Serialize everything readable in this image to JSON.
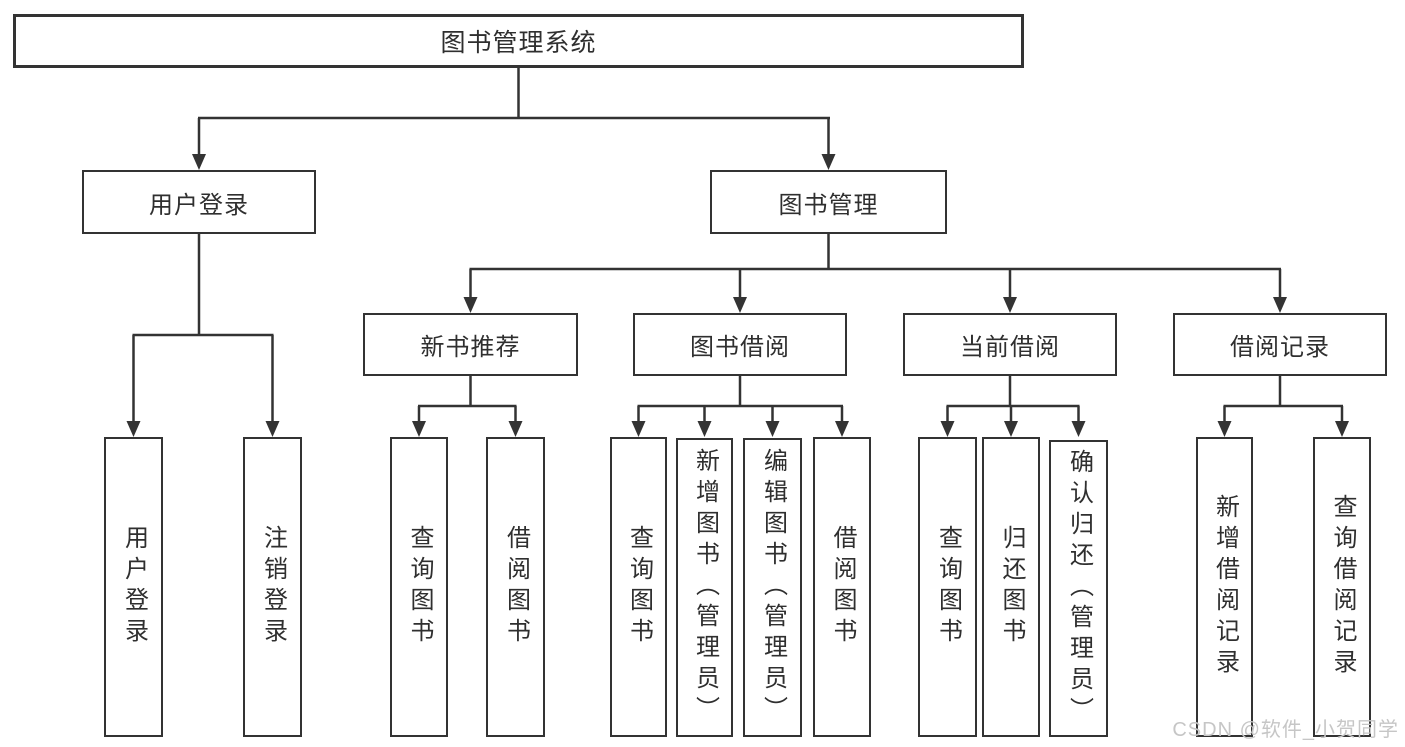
{
  "diagram": {
    "type": "tree",
    "title": "图书管理系统",
    "hierarchy": {
      "图书管理系统": {
        "用户登录": [
          "用户登录",
          "注销登录"
        ],
        "图书管理": {
          "新书推荐": [
            "查询图书",
            "借阅图书"
          ],
          "图书借阅": [
            "查询图书",
            "新增图书（管理员）",
            "编辑图书（管理员）",
            "借阅图书"
          ],
          "当前借阅": [
            "查询图书",
            "归还图书",
            "确认归还（管理员）"
          ],
          "借阅记录": [
            "新增借阅记录",
            "查询借阅记录"
          ]
        }
      }
    }
  },
  "nodes": {
    "root": "图书管理系统",
    "user_login": "用户登录",
    "book_management": "图书管理",
    "new_book_recommend": "新书推荐",
    "book_borrowing": "图书借阅",
    "current_borrowing": "当前借阅",
    "borrowing_records": "借阅记录",
    "login_leaf": "用户登录",
    "logout_leaf": "注销登录",
    "nb_query_books": "查询图书",
    "nb_borrow_books": "借阅图书",
    "bb_query_books": "查询图书",
    "bb_add_books": "新增图书（管理员）",
    "bb_edit_books": "编辑图书（管理员）",
    "bb_borrow_books": "借阅图书",
    "cb_query_books": "查询图书",
    "cb_return_books": "归还图书",
    "cb_confirm_return": "确认归还（管理员）",
    "br_add_record": "新增借阅记录",
    "br_query_record": "查询借阅记录"
  },
  "watermark": "CSDN @软件_小贺同学",
  "colors": {
    "line": "#333333",
    "box_border": "#333333",
    "box_background": "#ffffff",
    "text": "#2f2f2f",
    "watermark": "#c6c6c6",
    "page_background": "#ffffff"
  }
}
